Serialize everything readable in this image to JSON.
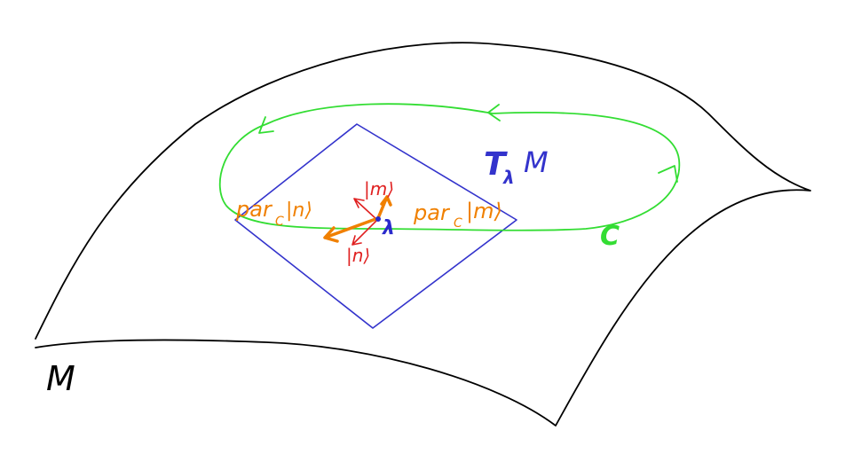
{
  "diagram": {
    "colors": {
      "manifold": "#000000",
      "tangent_plane": "#3333cc",
      "loop": "#33dd33",
      "basis": "#e02020",
      "transported": "#f08000",
      "point": "#2a2acc"
    },
    "labels": {
      "manifold": "M",
      "tangent_space_T": "T",
      "tangent_space_sub": "λ",
      "tangent_space_M": "M",
      "curve": "C",
      "point": "λ",
      "basis_m": "|m⟩",
      "basis_n": "|n⟩",
      "par_n": "par",
      "par_n_sub": "C",
      "par_n_ket": "|n⟩",
      "par_m": "par",
      "par_m_sub": "C",
      "par_m_ket": "|m⟩"
    }
  }
}
